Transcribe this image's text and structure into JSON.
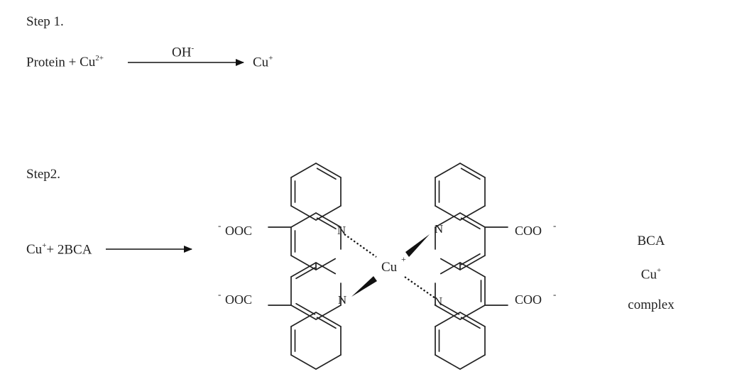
{
  "step1": {
    "label": "Step 1.",
    "reactant_1": "Protein",
    "plus": "+",
    "reactant_2": "Cu",
    "reactant_2_charge": "2+",
    "condition": "OH",
    "condition_charge": "-",
    "product": "Cu",
    "product_charge": "+"
  },
  "step2": {
    "label": "Step2.",
    "reactant_1": "Cu",
    "reactant_1_charge": "+",
    "plus": "+",
    "reactant_2": "2BCA",
    "atoms": {
      "carboxylate_left_top": "OOC",
      "carboxylate_left_bottom": "OOC",
      "carboxylate_right_top": "COO",
      "carboxylate_right_bottom": "COO",
      "carboxylate_charge": "-",
      "nitrogen": "N",
      "metal": "Cu",
      "metal_charge": "+"
    },
    "complex_label": [
      "BCA",
      "Cu",
      "complex"
    ],
    "complex_label_charge": "+"
  }
}
